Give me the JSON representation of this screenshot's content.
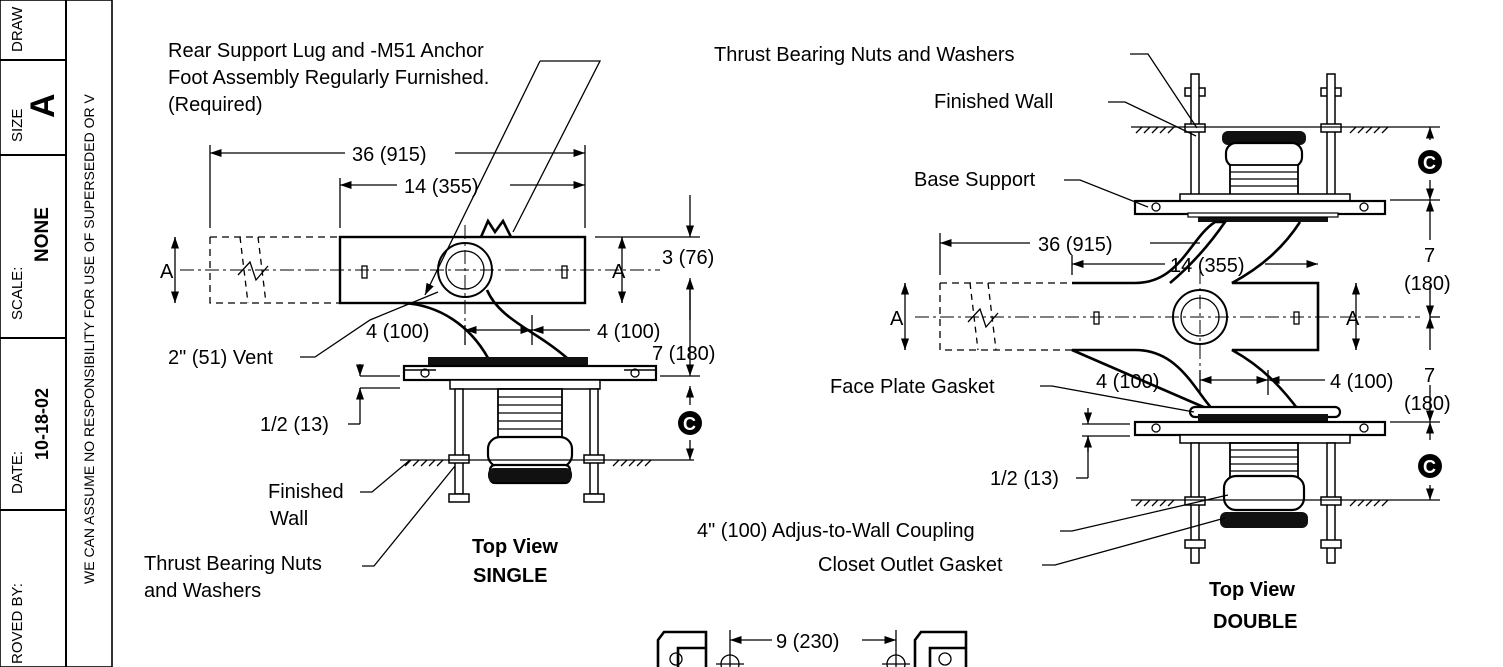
{
  "title_block": {
    "size_label": "SIZE",
    "size_value": "A",
    "drawn_label": "DRAW",
    "scale_label": "SCALE:",
    "scale_value": "NONE",
    "date_label": "DATE:",
    "date_value": "10-18-02",
    "approved_label": "ROVED BY:",
    "disclaimer": "WE CAN ASSUME NO RESPONSIBILITY FOR USE OF SUPERSEDED OR V"
  },
  "single_view": {
    "title": "Top View",
    "subtitle": "SINGLE",
    "labels": {
      "rear_support_1": "Rear Support Lug and -M51 Anchor",
      "rear_support_2": "Foot Assembly Regularly Furnished.",
      "rear_support_3": "(Required)",
      "vent": "2\" (51) Vent",
      "finished_wall_1": "Finished",
      "finished_wall_2": "Wall",
      "thrust_1": "Thrust Bearing Nuts",
      "thrust_2": "and Washers"
    },
    "dimensions": {
      "overall_width": "36 (915)",
      "lug_width": "14 (355)",
      "lug_depth": "3 (76)",
      "offset_left": "4 (100)",
      "offset_right": "4 (100)",
      "to_plate": "7 (180)",
      "plate_gap": "1/2 (13)",
      "section_left": "A",
      "section_right": "A",
      "wall_symbol": "C"
    }
  },
  "double_view": {
    "title": "Top View",
    "subtitle": "DOUBLE",
    "labels": {
      "thrust": "Thrust Bearing Nuts and Washers",
      "finished_wall": "Finished Wall",
      "base_support": "Base Support",
      "face_plate_gasket": "Face Plate Gasket",
      "coupling": "4\" (100) Adjus-to-Wall Coupling",
      "closet_gasket": "Closet Outlet Gasket"
    },
    "dimensions": {
      "overall_width": "36 (915)",
      "lug_width": "14 (355)",
      "offset_left": "4 (100)",
      "offset_right": "4 (100)",
      "upper_7": "7",
      "upper_180": "(180)",
      "lower_7": "7",
      "lower_180": "(180)",
      "plate_gap": "1/2 (13)",
      "section_left": "A",
      "section_right": "A",
      "wall_symbol_top": "C",
      "wall_symbol_bottom": "C"
    }
  },
  "bottom_view": {
    "spacing": "9 (230)"
  }
}
